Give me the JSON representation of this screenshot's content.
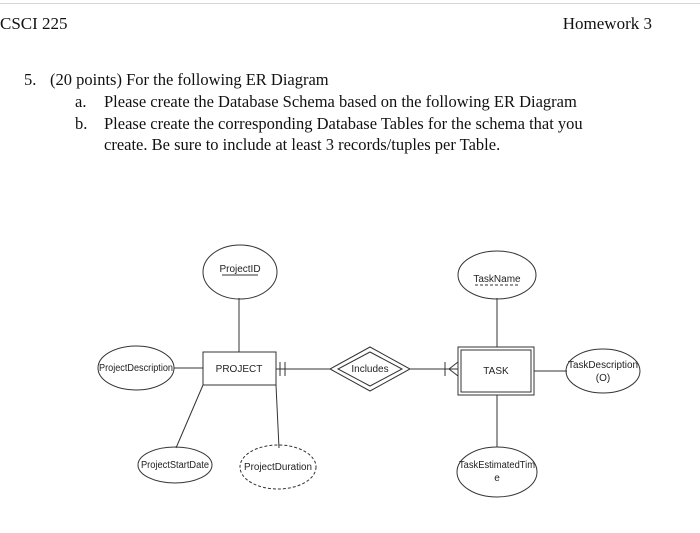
{
  "header": {
    "course": "CSCI 225",
    "assignment": "Homework 3"
  },
  "question": {
    "number": "5.",
    "text": "(20 points) For the following ER Diagram",
    "parts": [
      {
        "letter": "a.",
        "lines": [
          "Please create the Database Schema based on the following ER Diagram"
        ]
      },
      {
        "letter": "b.",
        "lines": [
          "Please create the corresponding Database Tables for the schema that you",
          "create. Be sure to include at least 3 records/tuples per Table."
        ]
      }
    ]
  },
  "er_diagram": {
    "entities": [
      "PROJECT",
      "TASK"
    ],
    "relationship": "Includes",
    "attributes": {
      "project_id": "ProjectID",
      "project_description": "ProjectDescription",
      "project_start_date": "ProjectStartDate",
      "project_duration": "ProjectDuration",
      "task_name": "TaskName",
      "task_description_line1": "TaskDescription",
      "task_description_line2": "(O)",
      "task_estimated_time_line1": "TaskEstimatedTim",
      "task_estimated_time_line2": "e"
    }
  }
}
